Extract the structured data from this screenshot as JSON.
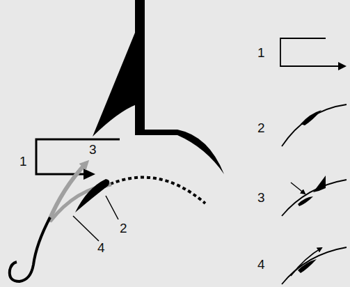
{
  "diagram": {
    "labels": [
      "1",
      "3",
      "2",
      "4",
      "1",
      "2",
      "3",
      "4"
    ]
  }
}
